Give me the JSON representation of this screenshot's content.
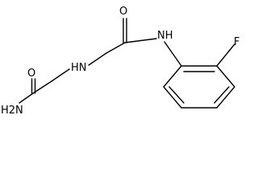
{
  "labels": {
    "o_left": "O",
    "nh2": "H2N",
    "hn": "HN",
    "o_right": "O",
    "nh": "NH",
    "f": "F"
  },
  "colors": {
    "stroke": "#000000",
    "background": "#ffffff"
  }
}
